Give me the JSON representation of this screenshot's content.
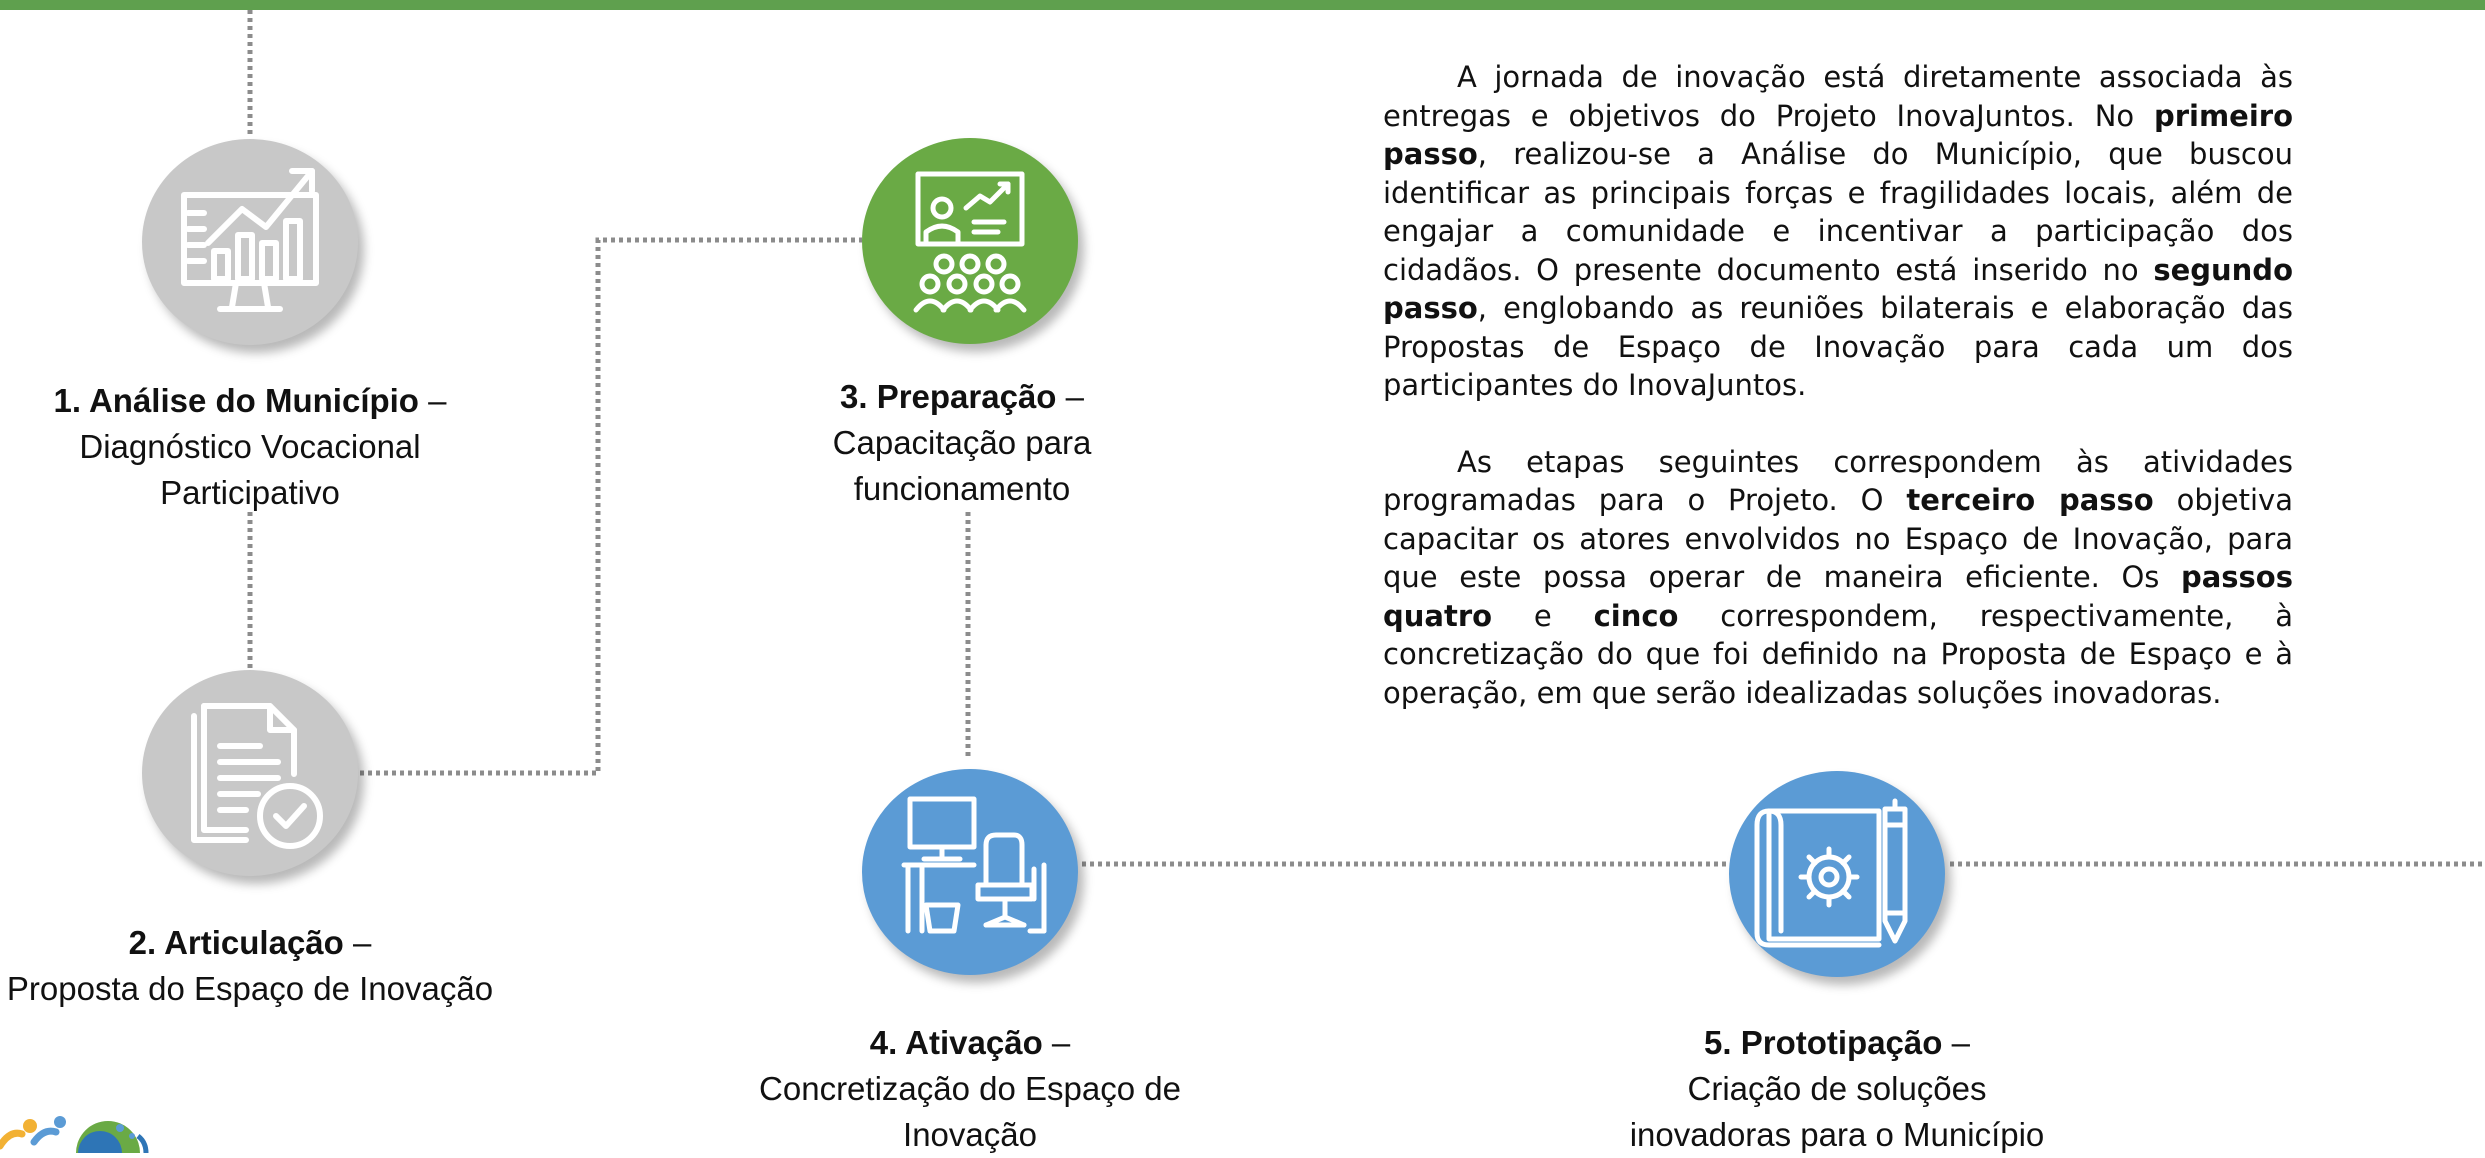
{
  "colors": {
    "top_bar": "#5fa04e",
    "step_done": "#c8c8c8",
    "step_current": "#6aaa45",
    "step_future": "#5b9bd5",
    "connector": "#8c8c8c"
  },
  "steps": [
    {
      "title": "1. Análise do Município",
      "dash": " –",
      "subtitle_lines": [
        "Diagnóstico Vocacional",
        "Participativo"
      ],
      "icon": "monitor-chart-icon",
      "status": "done"
    },
    {
      "title": "2. Articulação",
      "dash": " –",
      "subtitle_lines": [
        "Proposta do Espaço de Inovação"
      ],
      "icon": "document-check-icon",
      "status": "done"
    },
    {
      "title": "3. Preparação",
      "dash": " –",
      "subtitle_lines": [
        "Capacitação para",
        "funcionamento"
      ],
      "icon": "presentation-audience-icon",
      "status": "current"
    },
    {
      "title": "4. Ativação",
      "dash": " –",
      "subtitle_lines": [
        "Concretização do Espaço de",
        "Inovação"
      ],
      "icon": "desk-workstation-icon",
      "status": "future"
    },
    {
      "title": "5. Prototipação",
      "dash": " –",
      "subtitle_lines": [
        "Criação de soluções",
        "inovadoras para o Município"
      ],
      "icon": "blueprint-gear-pencil-icon",
      "status": "future"
    }
  ],
  "paragraphs": [
    {
      "segments": [
        {
          "text": "A jornada de inovação está diretamente associada às entregas e objetivos do Projeto InovaJuntos. No ",
          "bold": false
        },
        {
          "text": "primeiro passo",
          "bold": true
        },
        {
          "text": ", realizou-se a Análise do Município, que buscou identificar as principais forças e fragilidades locais, além de engajar a comunidade e incentivar a participação dos cidadãos. O presente documento está inserido no ",
          "bold": false
        },
        {
          "text": "segundo passo",
          "bold": true
        },
        {
          "text": ", englobando as reuniões bilaterais e elaboração das Propostas de Espaço de Inovação para cada um dos participantes do InovaJuntos.",
          "bold": false
        }
      ]
    },
    {
      "segments": [
        {
          "text": "As etapas seguintes correspondem às atividades programadas para o Projeto. O ",
          "bold": false
        },
        {
          "text": "terceiro passo",
          "bold": true
        },
        {
          "text": " objetiva capacitar os atores envolvidos no Espaço de Inovação, para que este possa operar de maneira eficiente. Os ",
          "bold": false
        },
        {
          "text": "passos quatro",
          "bold": true
        },
        {
          "text": " e ",
          "bold": false
        },
        {
          "text": "cinco",
          "bold": true
        },
        {
          "text": " correspondem, respectivamente, à concretização do que foi definido na Proposta de Espaço e à operação, em que serão idealizadas soluções inovadoras.",
          "bold": false
        }
      ]
    }
  ]
}
